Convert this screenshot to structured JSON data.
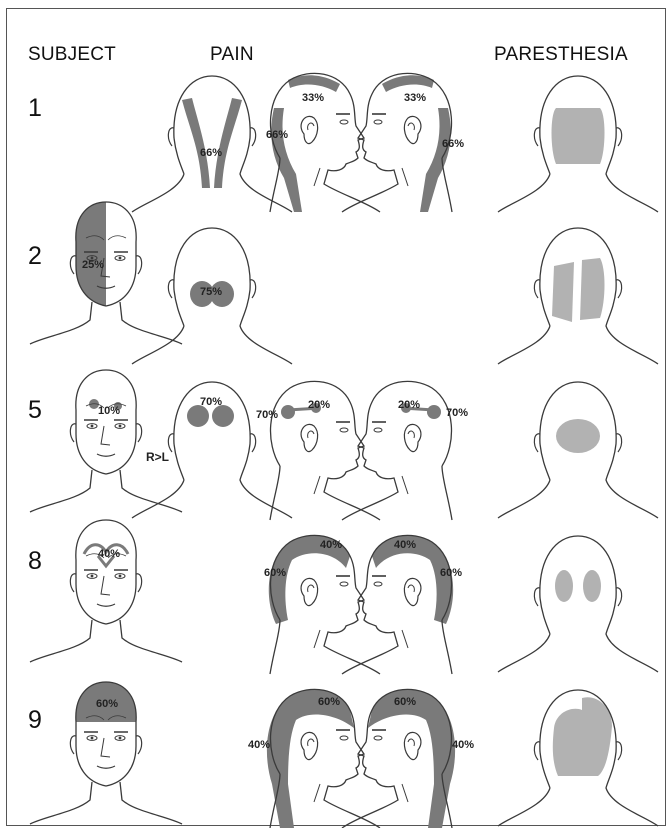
{
  "headers": {
    "subject": "SUBJECT",
    "pain": "PAIN",
    "paresthesia": "PARESTHESIA"
  },
  "colors": {
    "pain": "#7a7a7a",
    "paresthesia": "#b2b2b2",
    "outline": "#3a3a3a"
  },
  "rows": [
    {
      "subject": "1",
      "back_pain_label": "66%",
      "left_profile": {
        "top": "33%",
        "side": "66%"
      },
      "right_profile": {
        "top": "33%",
        "side": "66%"
      }
    },
    {
      "subject": "2",
      "front_label": "25%",
      "back_label": "75%"
    },
    {
      "subject": "5",
      "front_label": "10%",
      "laterality": "R>L",
      "back_label": "70%",
      "left_profile": {
        "top": "20%",
        "side": "70%"
      },
      "right_profile": {
        "top": "20%",
        "side": "70%"
      }
    },
    {
      "subject": "8",
      "front_label": "40%",
      "left_profile": {
        "top": "40%",
        "side": "60%"
      },
      "right_profile": {
        "top": "40%",
        "side": "60%"
      }
    },
    {
      "subject": "9",
      "front_label": "60%",
      "left_profile": {
        "top": "60%",
        "side": "40%"
      },
      "right_profile": {
        "top": "60%",
        "side": "40%"
      }
    }
  ]
}
